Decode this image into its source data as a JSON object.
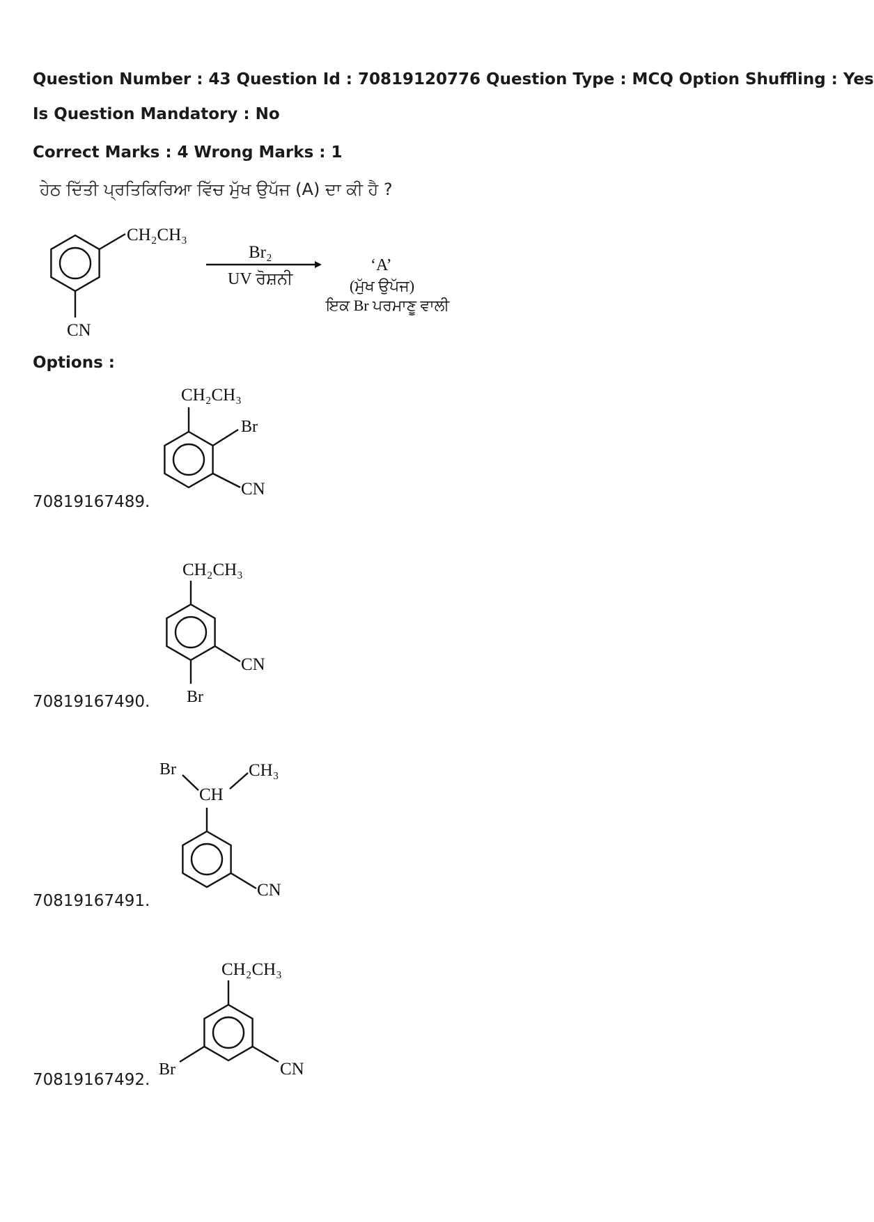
{
  "header": {
    "line1": "Question Number : 43 Question Id : 70819120776 Question Type : MCQ Option Shuffling : Yes",
    "line2": "Is Question Mandatory : No",
    "line3": "Correct Marks : 4 Wrong Marks : 1"
  },
  "question": {
    "text": "ਹੇਠ ਦਿੱਤੀ ਪ੍ਰਤਿਕਿਰਿਆ ਵਿੱਚ ਮੁੱਖ ਉਪੱਜ (A) ਦਾ ਕੀ ਹੈ ?",
    "reaction": {
      "substituent_top": "CH₂CH₃",
      "substituent_bottom": "CN",
      "reagent": "Br₂",
      "condition": "UV ਰੋਸ਼ਨੀ",
      "product_label": "‘A’",
      "product_note1": "(ਮੁੱਖ ਉਪੱਜ)",
      "product_note2": "ਇਕ Br ਪਰਮਾਣੂ ਵਾਲੀ"
    }
  },
  "options_label": "Options :",
  "options": [
    {
      "id": "70819167489.",
      "labels": {
        "a": "CH₂CH₃",
        "b": "Br",
        "c": "CN"
      }
    },
    {
      "id": "70819167490.",
      "labels": {
        "a": "CH₂CH₃",
        "b": "CN",
        "c": "Br"
      }
    },
    {
      "id": "70819167491.",
      "labels": {
        "a": "Br",
        "b": "CH",
        "c": "CH₃",
        "d": "CN"
      }
    },
    {
      "id": "70819167492.",
      "labels": {
        "a": "CH₂CH₃",
        "b": "Br",
        "c": "CN"
      }
    }
  ]
}
